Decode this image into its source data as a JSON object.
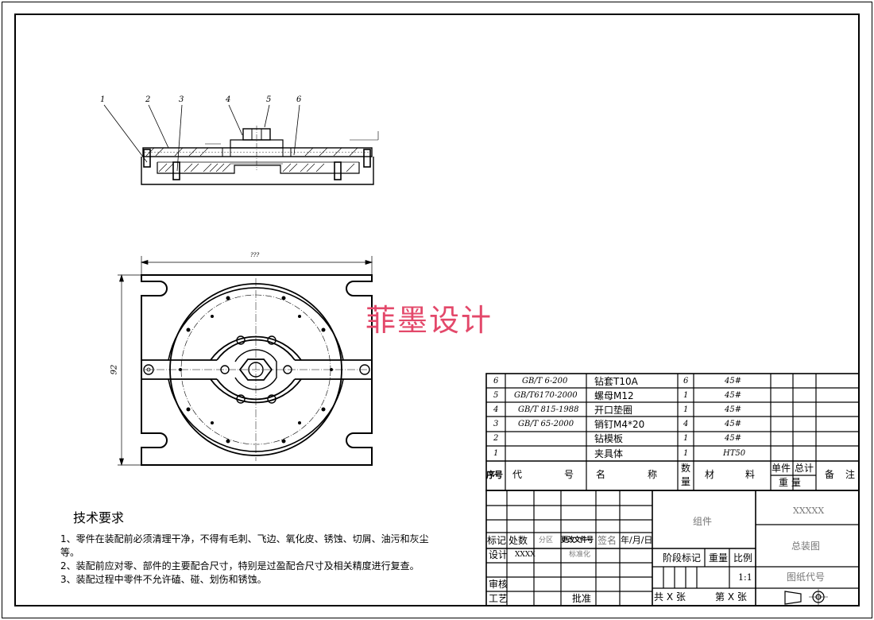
{
  "callouts": [
    "1",
    "2",
    "3",
    "4",
    "5",
    "6"
  ],
  "watermark": "菲墨设计",
  "tech": {
    "title": "技术要求",
    "lines": [
      "1、零件在装配前必须清理干净，不得有毛刺、飞边、氧化皮、锈蚀、切屑、油污和灰尘",
      "等。",
      "2、装配前应对零、部件的主要配合尺寸，特别是过盈配合尺寸及相关精度进行复查。",
      "3、装配过程中零件不允许磕、碰、划伤和锈蚀。"
    ]
  },
  "dims": {
    "width": "???",
    "height": "92"
  },
  "bom": {
    "rows": [
      {
        "no": "6",
        "code": "GB/T 6-200",
        "name": "钻套T10A",
        "qty": "6",
        "material": "45#"
      },
      {
        "no": "5",
        "code": "GB/T6170-2000",
        "name": "螺母M12",
        "qty": "1",
        "material": "45#"
      },
      {
        "no": "4",
        "code": "GB/T 815-1988",
        "name": "开口垫圈",
        "qty": "1",
        "material": "45#"
      },
      {
        "no": "3",
        "code": "GB/T 65-2000",
        "name": "销钉M4*20",
        "qty": "4",
        "material": "45#"
      },
      {
        "no": "2",
        "code": "",
        "name": "钻模板",
        "qty": "1",
        "material": "45#"
      },
      {
        "no": "1",
        "code": "",
        "name": "夹具体",
        "qty": "1",
        "material": "HT50"
      }
    ],
    "header": {
      "no": "序号",
      "code_a": "代",
      "code_b": "号",
      "name_a": "名",
      "name_b": "称",
      "qty_a": "数",
      "qty_b": "量",
      "mat_a": "材",
      "mat_b": "料",
      "unit": "单件",
      "total": "总计",
      "weight": "重 量",
      "remark_a": "备",
      "remark_b": "注"
    }
  },
  "titleblock": {
    "group": "组件",
    "code": "XXXXX",
    "drawing_title": "总装图",
    "drawing_no": "图纸代号",
    "labels": {
      "mark": "标记",
      "count": "处数",
      "zone": "分区",
      "change_doc": "更改文件号",
      "sign": "签名",
      "date": "年/月/日",
      "design": "设计",
      "design_name": "XXXX",
      "standard": "标准化",
      "review": "审核",
      "process": "工艺",
      "approve": "批准",
      "stage": "阶段标记",
      "weight": "重量",
      "scale": "比例",
      "scale_value": "1:1",
      "total_sheets": "共 X 张",
      "sheet_no": "第 X 张"
    }
  }
}
